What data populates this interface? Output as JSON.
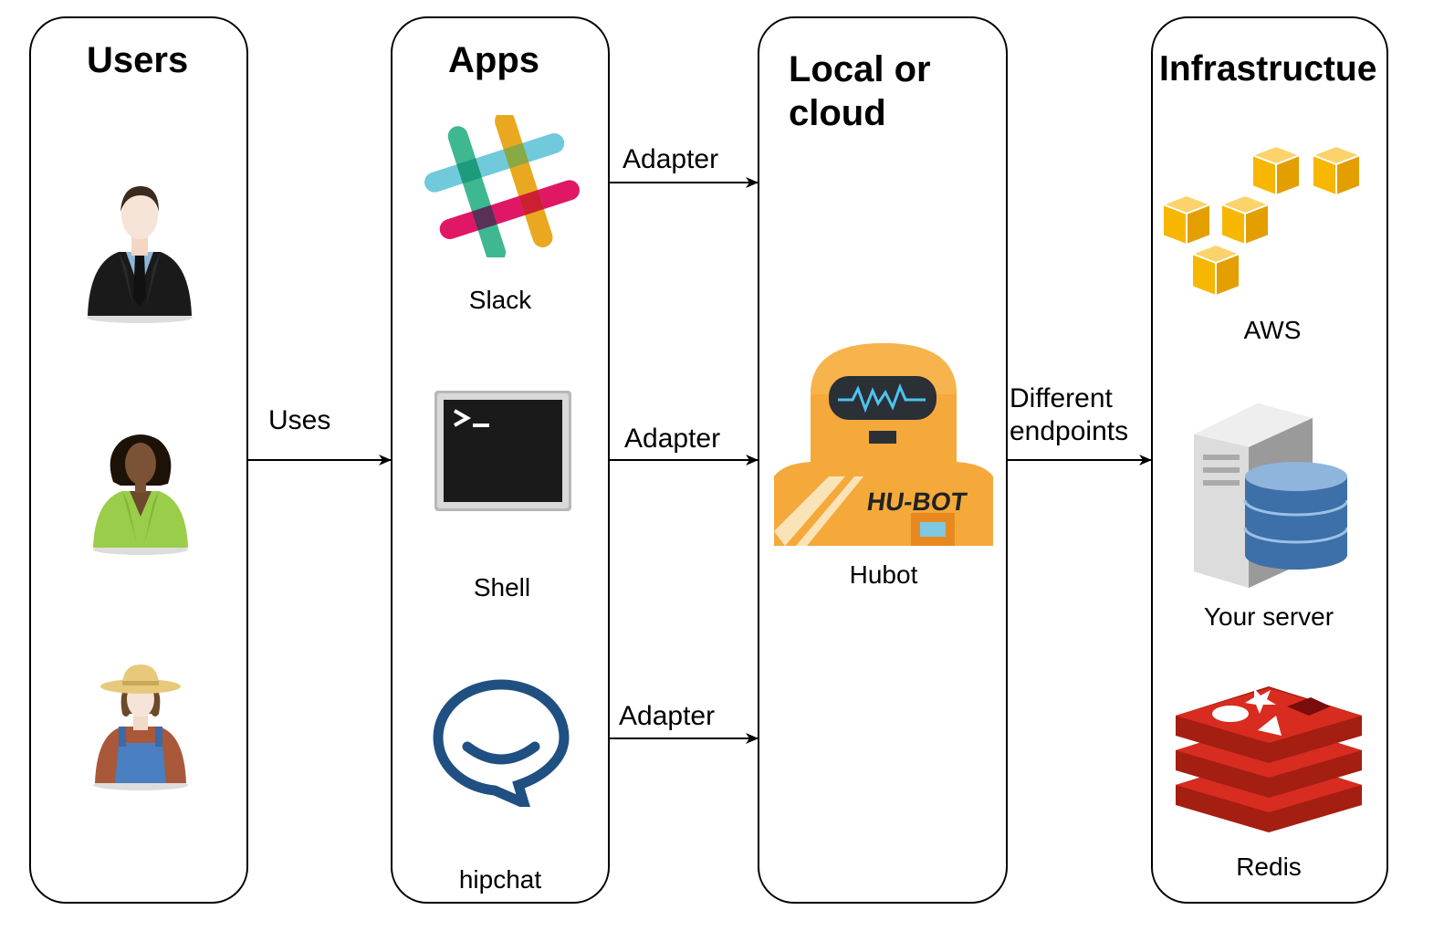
{
  "columns": {
    "users": {
      "title": "Users"
    },
    "apps": {
      "title": "Apps",
      "items": [
        "Slack",
        "Shell",
        "hipchat"
      ]
    },
    "hosting": {
      "title_line1": "Local or",
      "title_line2": "cloud",
      "item": "Hubot",
      "robot_badge": "HU-BOT"
    },
    "infra": {
      "title": "Infrastructue",
      "items": [
        "AWS",
        "Your server",
        "Redis"
      ]
    }
  },
  "edges": {
    "uses": "Uses",
    "adapter1": "Adapter",
    "adapter2": "Adapter",
    "adapter3": "Adapter",
    "endpoints_line1": "Different",
    "endpoints_line2": "endpoints"
  },
  "icons": {
    "user1": "businessman-icon",
    "user2": "businesswoman-icon",
    "user3": "farmer-icon",
    "slack": "slack-logo-icon",
    "shell": "terminal-icon",
    "hipchat": "hipchat-logo-icon",
    "hubot": "hubot-robot-icon",
    "aws": "aws-cubes-icon",
    "server": "server-database-icon",
    "redis": "redis-logo-icon"
  }
}
